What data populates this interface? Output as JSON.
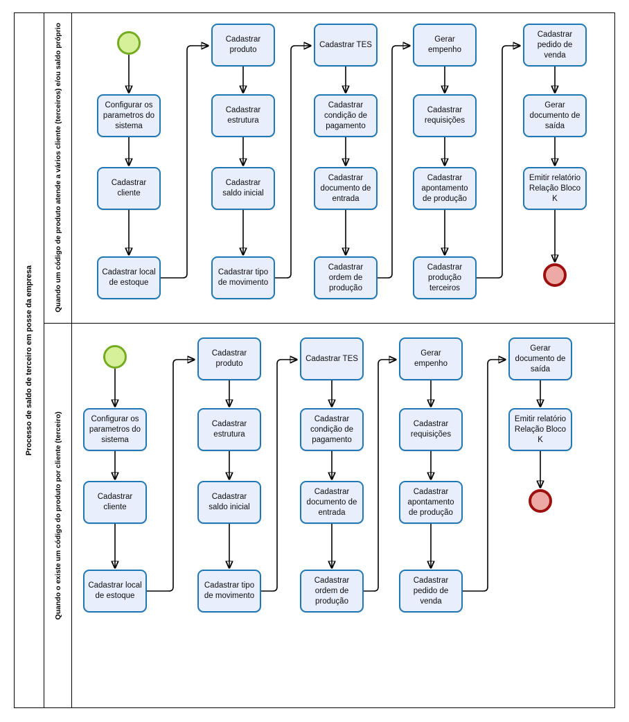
{
  "pool": {
    "title": "Processo de saldo de terceiro em posse da empresa"
  },
  "lanes": [
    {
      "id": "lane-1",
      "label": "Quando um código de produto atende a vários cliente (terceiros) e/ou saldo próprio",
      "start_event": "start-event",
      "end_event": "end-event",
      "columns": [
        {
          "id": "col-1",
          "tasks": [
            "Configurar os parametros do sistema",
            "Cadastrar cliente",
            "Cadastrar local de estoque"
          ]
        },
        {
          "id": "col-2",
          "tasks": [
            "Cadastrar produto",
            "Cadastrar estrutura",
            "Cadastrar saldo inicial",
            "Cadastrar tipo de movimento"
          ]
        },
        {
          "id": "col-3",
          "tasks": [
            "Cadastrar TES",
            "Cadastrar condição de pagamento",
            "Cadastrar documento de entrada",
            "Cadastrar ordem de produção"
          ]
        },
        {
          "id": "col-4",
          "tasks": [
            "Gerar empenho",
            "Cadastrar requisições",
            "Cadastrar apontamento de produção",
            "Cadastrar produção terceiros"
          ]
        },
        {
          "id": "col-5",
          "tasks": [
            "Cadastrar pedido de venda",
            "Gerar documento de saída",
            "Emitir relatório Relação Bloco K"
          ]
        }
      ]
    },
    {
      "id": "lane-2",
      "label": "Quando o existe um código do produto por cliente (terceiro)",
      "start_event": "start-event",
      "end_event": "end-event",
      "columns": [
        {
          "id": "col-1",
          "tasks": [
            "Configurar os parametros do sistema",
            "Cadastrar cliente",
            "Cadastrar local de estoque"
          ]
        },
        {
          "id": "col-2",
          "tasks": [
            "Cadastrar produto",
            "Cadastrar estrutura",
            "Cadastrar saldo inicial",
            "Cadastrar tipo de movimento"
          ]
        },
        {
          "id": "col-3",
          "tasks": [
            "Cadastrar TES",
            "Cadastrar condição de pagamento",
            "Cadastrar documento de entrada",
            "Cadastrar ordem de produção"
          ]
        },
        {
          "id": "col-4",
          "tasks": [
            "Gerar empenho",
            "Cadastrar requisições",
            "Cadastrar apontamento de produção",
            "Cadastrar pedido de venda"
          ]
        },
        {
          "id": "col-5",
          "tasks": [
            "Gerar documento de saída",
            "Emitir relatório Relação Bloco K"
          ]
        }
      ]
    }
  ],
  "colors": {
    "task_fill": "#e8eefc",
    "task_border": "#1f77b4",
    "start_fill": "#d6f09a",
    "start_border": "#74ab21",
    "end_fill": "#eda9a4",
    "end_border": "#9e1010",
    "frame": "#000000"
  }
}
